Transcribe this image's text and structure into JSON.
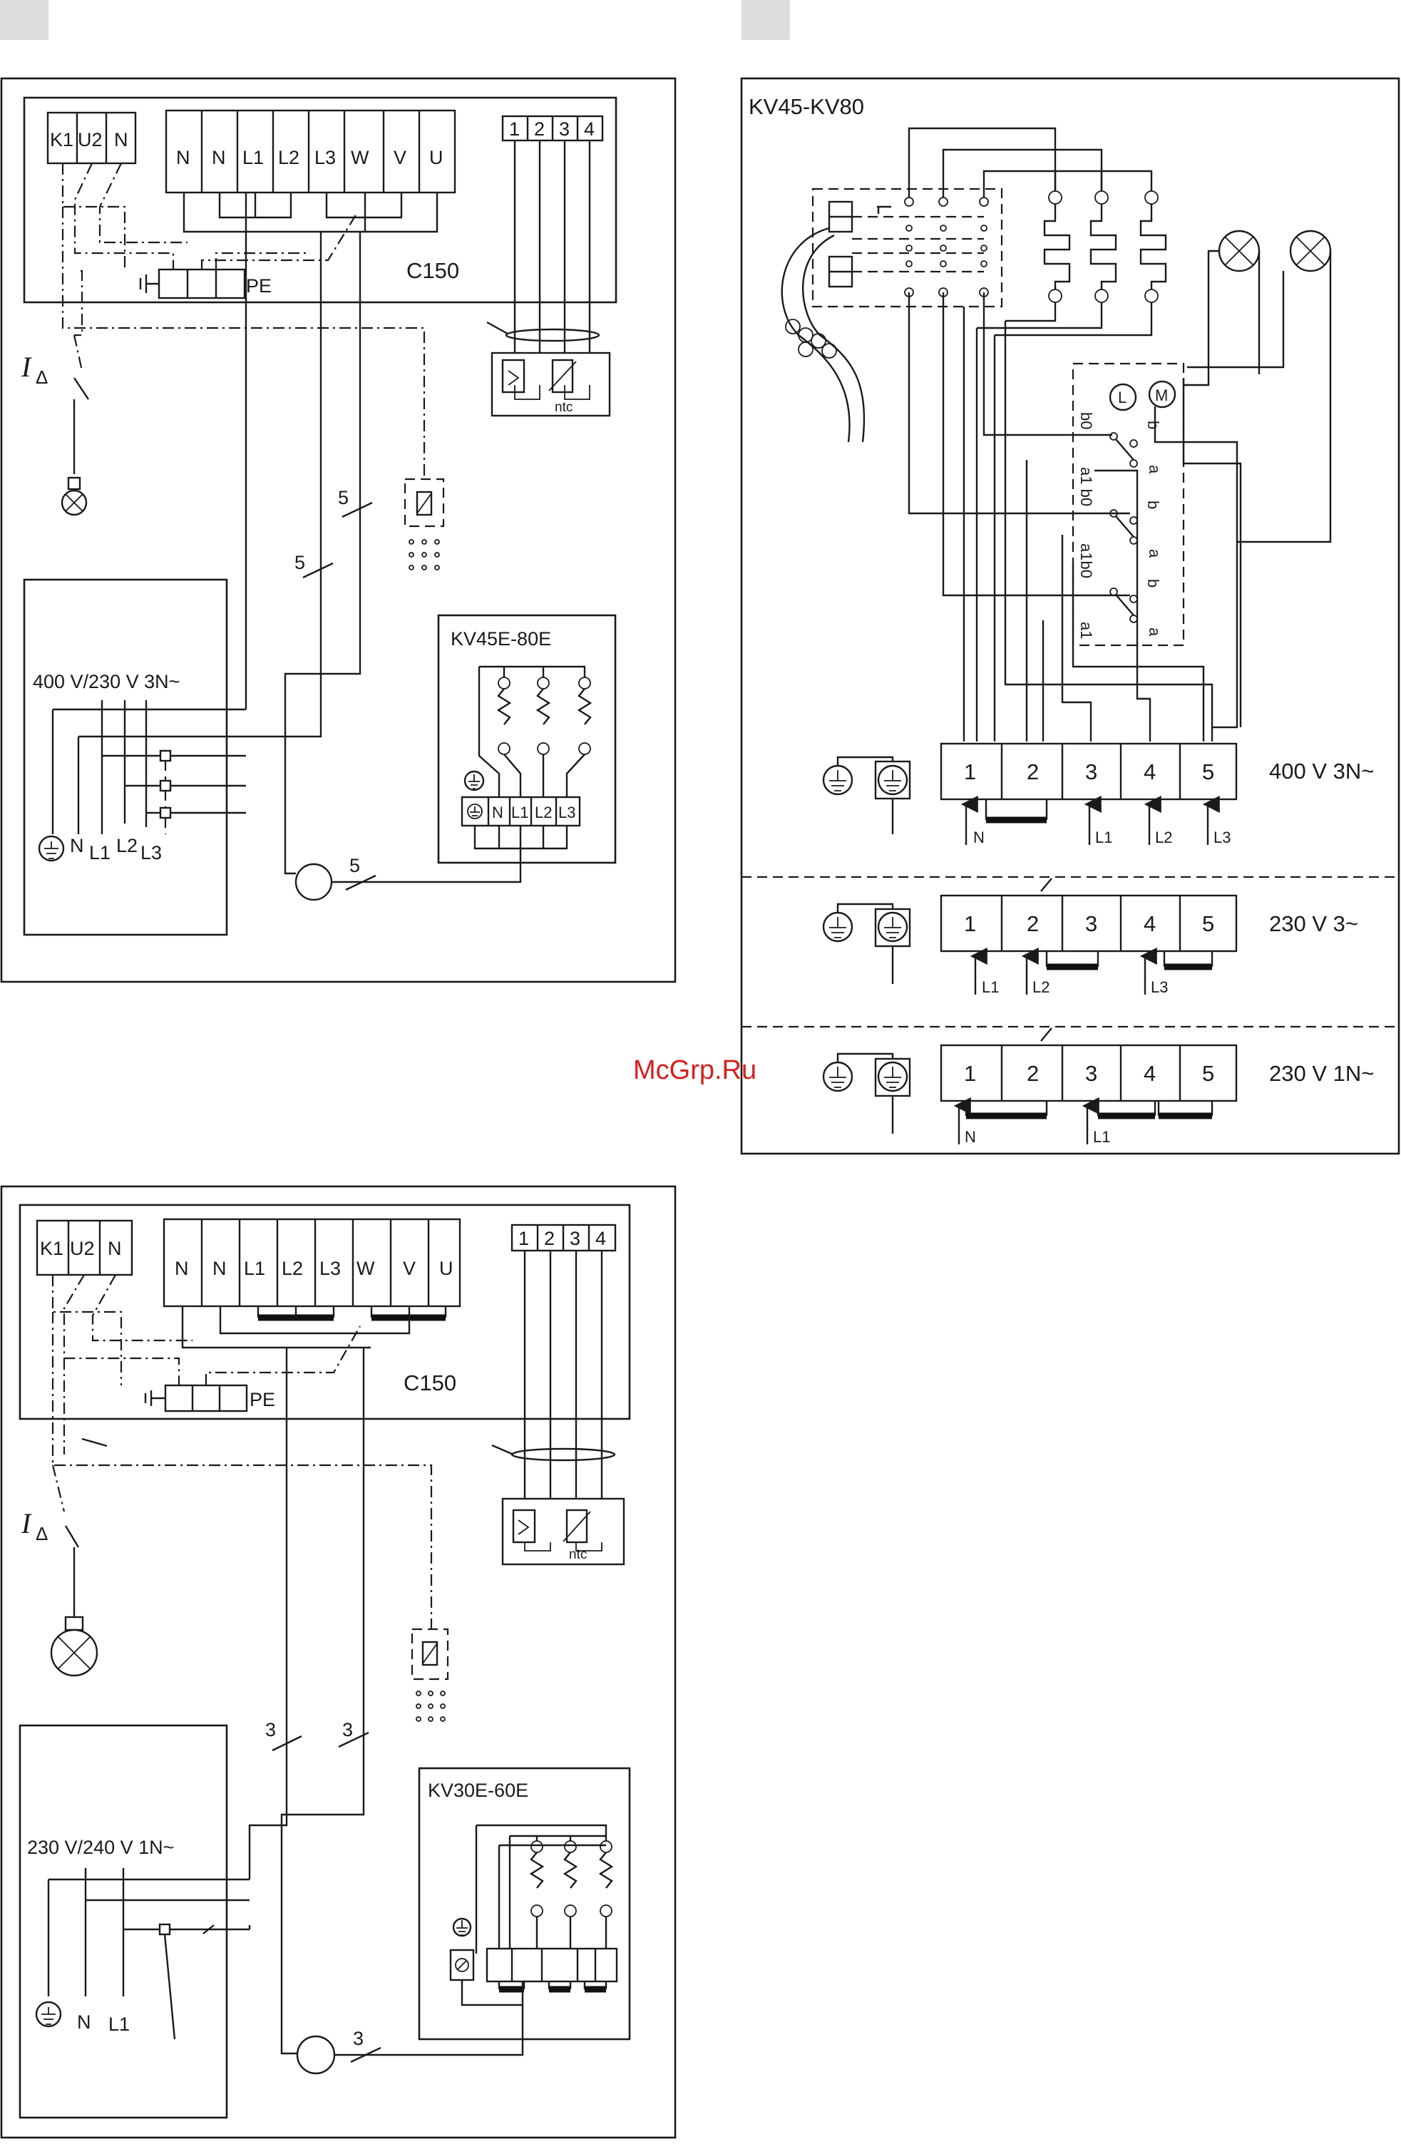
{
  "watermark": "McGrp.Ru",
  "diagram1": {
    "controller_label": "C150",
    "ctrl_terminals_left": [
      "K1",
      "U2",
      "N"
    ],
    "ctrl_terminals_main": [
      "N",
      "N",
      "L1",
      "L2",
      "L3",
      "W",
      "V",
      "U"
    ],
    "sensor_terminals": [
      "1",
      "2",
      "3",
      "4"
    ],
    "pe_label": "PE",
    "ntc_label": "ntc",
    "rcd_label": "I",
    "rcd_sub": "Δ",
    "supply_label": "400 V/230 V 3N~",
    "supply_lines": [
      "N",
      "L1",
      "L2",
      "L3"
    ],
    "cable_marks": [
      "5",
      "5",
      "5"
    ],
    "heater_label": "KV45E-80E",
    "heater_terminals": [
      "N",
      "L1",
      "L2",
      "L3"
    ]
  },
  "diagram2": {
    "controller_label": "C150",
    "ctrl_terminals_left": [
      "K1",
      "U2",
      "N"
    ],
    "ctrl_terminals_main": [
      "N",
      "N",
      "L1",
      "L2",
      "L3",
      "W",
      "V",
      "U"
    ],
    "sensor_terminals": [
      "1",
      "2",
      "3",
      "4"
    ],
    "pe_label": "PE",
    "ntc_label": "ntc",
    "rcd_label": "I",
    "rcd_sub": "Δ",
    "supply_label": "230 V/240 V 1N~",
    "supply_lines": [
      "N",
      "L1"
    ],
    "cable_marks": [
      "3",
      "3",
      "3"
    ],
    "heater_label": "KV30E-60E"
  },
  "diagram3": {
    "title": "KV45-KV80",
    "switch_labels": [
      "b0",
      "a1 b0",
      "a1b0",
      "a1",
      "b",
      "a",
      "b",
      "a",
      "b",
      "a"
    ],
    "motor_labels": [
      "L",
      "M"
    ],
    "block_terminals": [
      "1",
      "2",
      "3",
      "4",
      "5"
    ],
    "rows": [
      {
        "voltage": "400 V 3N~",
        "inputs": [
          "N",
          "L1",
          "L2",
          "L3"
        ]
      },
      {
        "voltage": "230 V 3~",
        "inputs": [
          "L1",
          "L2",
          "L3"
        ]
      },
      {
        "voltage": "230 V 1N~",
        "inputs": [
          "N",
          "L1"
        ]
      }
    ]
  }
}
